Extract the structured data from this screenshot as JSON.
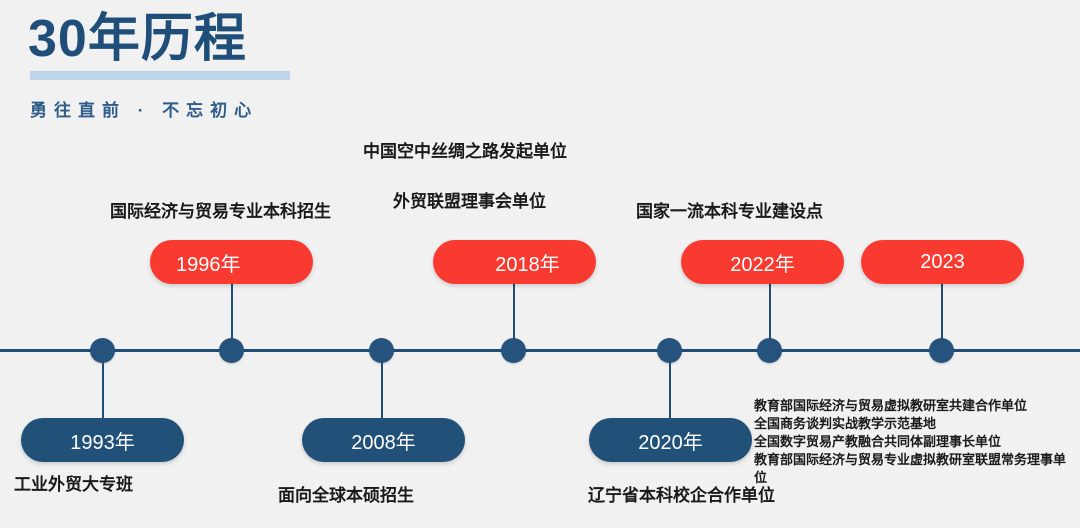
{
  "header": {
    "title": "30年历程",
    "subtitle": "勇往直前 · 不忘初心",
    "title_color": "#1f4e79",
    "underline_color": "#bed4e8",
    "subtitle_color": "#2e5d89"
  },
  "theme": {
    "background": "#f1f1f1",
    "red": "#f93a30",
    "navy": "#215079",
    "axis": "#1f4e79",
    "dot": "#26537e"
  },
  "timeline": {
    "top_headings": [
      "中国空中丝绸之路发起单位",
      "国际经济与贸易专业本科招生",
      "外贸联盟理事会单位",
      "国家一流本科专业建设点"
    ],
    "milestones": [
      {
        "year": "1993年",
        "side": "below",
        "badge_color": "#215079",
        "caption": "工业外贸大专班"
      },
      {
        "year": "1996年",
        "side": "above",
        "badge_color": "#f93a30",
        "heading": "国际经济与贸易专业本科招生"
      },
      {
        "year": "2008年",
        "side": "below",
        "badge_color": "#215079",
        "caption": "面向全球本硕招生"
      },
      {
        "year": "2018年",
        "side": "above",
        "badge_color": "#f93a30",
        "heading": "中国空中丝绸之路发起单位 / 外贸联盟理事会单位"
      },
      {
        "year": "2020年",
        "side": "below",
        "badge_color": "#215079",
        "caption": "辽宁省本科校企合作单位"
      },
      {
        "year": "2022年",
        "side": "above",
        "badge_color": "#f93a30",
        "heading": "国家一流本科专业建设点"
      },
      {
        "year": "2023",
        "side": "above",
        "badge_color": "#f93a30",
        "notes": [
          "教育部国际经济与贸易虚拟教研室共建合作单位",
          "全国商务谈判实战教学示范基地",
          "全国数字贸易产教融合共同体副理事长单位",
          "教育部国际经济与贸易专业虚拟教研室联盟常务理事单位"
        ]
      }
    ]
  }
}
